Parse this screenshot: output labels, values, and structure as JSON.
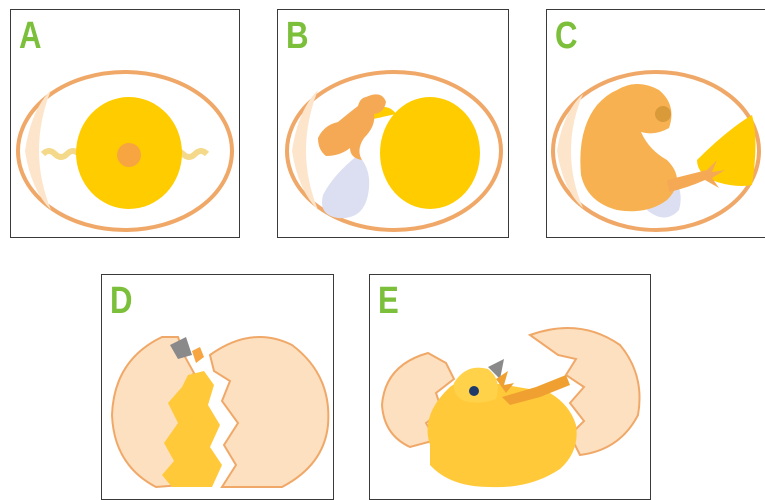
{
  "colors": {
    "label": "#7bbf3a",
    "shell_outline": "#f0a868",
    "shell_fill": "#fde5cc",
    "yolk": "#ffcc00",
    "embryo": "#f7b150",
    "amnion": "#dcdff2",
    "chick": "#ffc93a",
    "beak": "#888888",
    "panel_border": "#3a3a3a"
  },
  "stages": [
    {
      "label": "A"
    },
    {
      "label": "B"
    },
    {
      "label": "C"
    },
    {
      "label": "D"
    },
    {
      "label": "E"
    }
  ]
}
